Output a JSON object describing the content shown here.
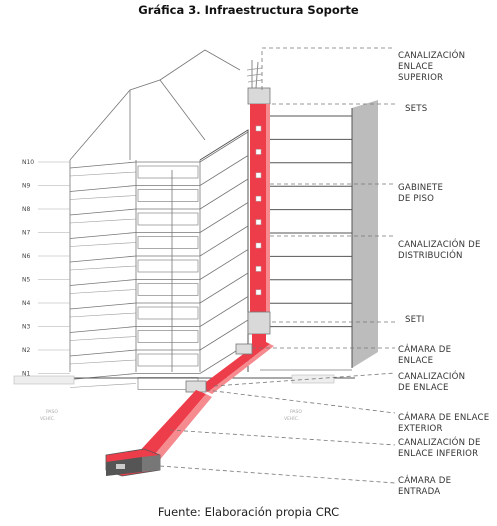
{
  "title": "Gráfica 3. Infraestructura Soporte",
  "source": "Fuente: Elaboración propia CRC",
  "floors": [
    "N10",
    "N9",
    "N8",
    "N7",
    "N6",
    "N5",
    "N4",
    "N3",
    "N2",
    "N1"
  ],
  "labels": {
    "canalizacion_enlace_superior": [
      "CANALIZACIÓN",
      "ENLACE",
      "SUPERIOR"
    ],
    "sets": [
      "SETS"
    ],
    "gabinete_piso": [
      "GABINETE",
      "DE PISO"
    ],
    "canalizacion_distribucion": [
      "CANALIZACIÓN DE",
      "DISTRIBUCIÓN"
    ],
    "seti": [
      "SETI"
    ],
    "camara_enlace": [
      "CÁMARA DE",
      "ENLACE"
    ],
    "canalizacion_enlace": [
      "CANALIZACIÓN",
      "DE ENLACE"
    ],
    "camara_enlace_exterior": [
      "CÁMARA DE ENLACE",
      "EXTERIOR"
    ],
    "canalizacion_enlace_inferior": [
      "CANALIZACIÓN DE",
      "ENLACE INFERIOR"
    ],
    "camara_entrada": [
      "CÁMARA DE",
      "ENTRADA"
    ]
  },
  "colors": {
    "conduit": "#ee3d4a",
    "conduit_light": "#f58a8f",
    "wall_shadow": "#bcbcbc",
    "line": "#555555"
  }
}
